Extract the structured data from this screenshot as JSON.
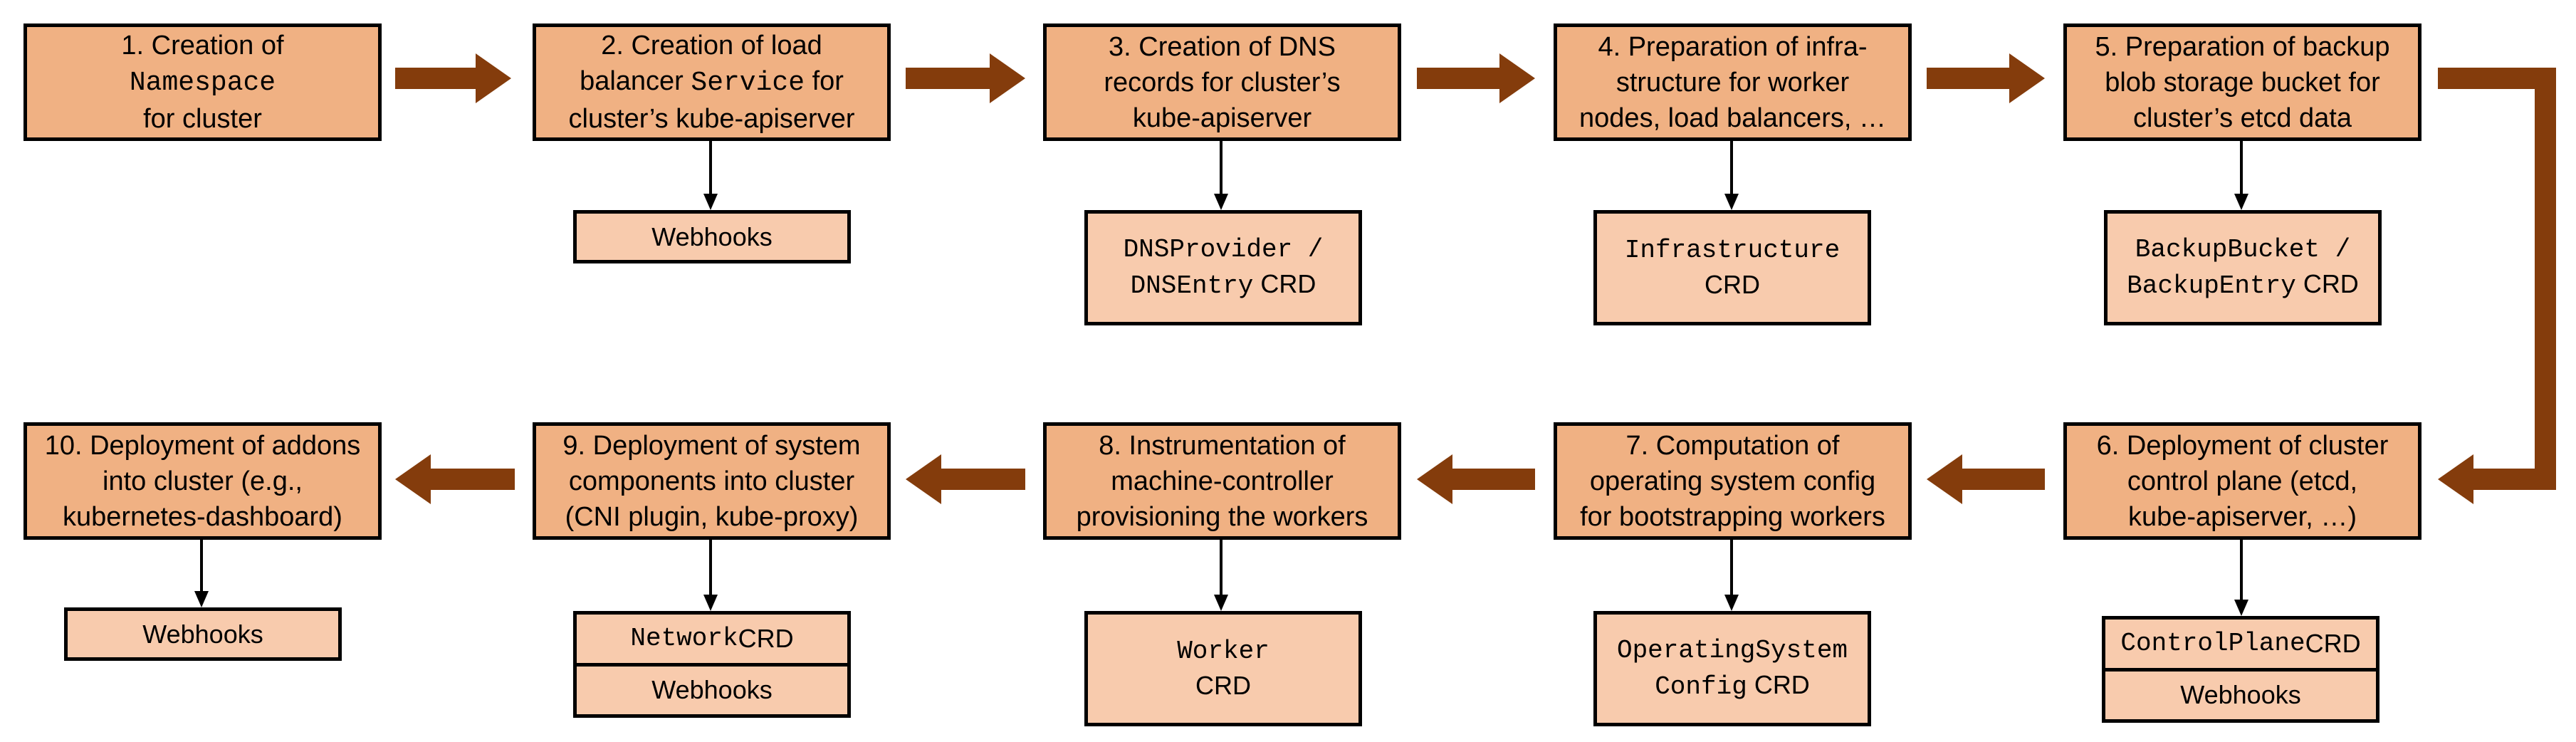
{
  "colors": {
    "step_fill": "#f0b183",
    "sub_fill": "#f8cbad",
    "arrow": "#843c0c",
    "border": "#000000"
  },
  "steps": [
    {
      "id": 1,
      "lines": [
        [
          "1. Creation of",
          ""
        ],
        [
          "",
          "Namespace"
        ],
        [
          "for cluster",
          ""
        ]
      ]
    },
    {
      "id": 2,
      "lines": [
        [
          "2. Creation of load",
          ""
        ],
        [
          "balancer ",
          "Service",
          " for"
        ],
        [
          "cluster’s kube-apiserver",
          ""
        ]
      ]
    },
    {
      "id": 3,
      "lines": [
        [
          "3. Creation of DNS",
          ""
        ],
        [
          "records for cluster’s",
          ""
        ],
        [
          "kube-apiserver",
          ""
        ]
      ]
    },
    {
      "id": 4,
      "lines": [
        [
          "4. Preparation of infra-",
          ""
        ],
        [
          "structure for worker",
          ""
        ],
        [
          "nodes, load balancers, …",
          ""
        ]
      ]
    },
    {
      "id": 5,
      "lines": [
        [
          "5. Preparation of backup",
          ""
        ],
        [
          "blob storage bucket for",
          ""
        ],
        [
          "cluster’s etcd data",
          ""
        ]
      ]
    },
    {
      "id": 6,
      "lines": [
        [
          "6. Deployment of cluster",
          ""
        ],
        [
          "control plane (etcd,",
          ""
        ],
        [
          "kube-apiserver, …)",
          ""
        ]
      ]
    },
    {
      "id": 7,
      "lines": [
        [
          "7. Computation of",
          ""
        ],
        [
          "operating system config",
          ""
        ],
        [
          "for bootstrapping workers",
          ""
        ]
      ]
    },
    {
      "id": 8,
      "lines": [
        [
          "8. Instrumentation of",
          ""
        ],
        [
          "machine-controller",
          ""
        ],
        [
          "provisioning the workers",
          ""
        ]
      ]
    },
    {
      "id": 9,
      "lines": [
        [
          "9. Deployment of system",
          ""
        ],
        [
          "components into cluster",
          ""
        ],
        [
          "(CNI plugin, kube-proxy)",
          ""
        ]
      ]
    },
    {
      "id": 10,
      "lines": [
        [
          "10. Deployment of addons",
          ""
        ],
        [
          "into cluster (e.g.,",
          ""
        ],
        [
          "kubernetes-dashboard)",
          ""
        ]
      ]
    }
  ],
  "resources": {
    "s2": [
      "Webhooks"
    ],
    "s3": {
      "line1": "DNSProvider /",
      "line2_mono": "DNSEntry",
      "line2_text": " CRD"
    },
    "s4": {
      "mono": "Infrastructure",
      "text": "CRD"
    },
    "s5": {
      "line1": "BackupBucket /",
      "line2_mono": "BackupEntry",
      "line2_text": " CRD"
    },
    "s6": {
      "mono": "ControlPlane",
      "text": " CRD",
      "webhooks": "Webhooks"
    },
    "s7": {
      "mono1": "OperatingSystem",
      "mono2": "Config",
      "text": " CRD"
    },
    "s8": {
      "mono": "Worker",
      "text": "CRD"
    },
    "s9": {
      "mono": "Network",
      "text": " CRD",
      "webhooks": "Webhooks"
    },
    "s10": [
      "Webhooks"
    ]
  }
}
